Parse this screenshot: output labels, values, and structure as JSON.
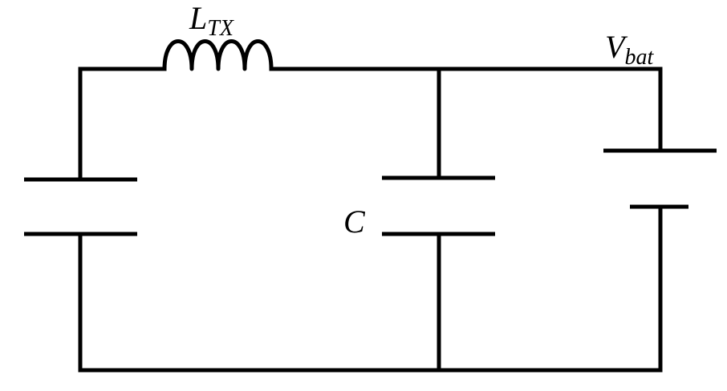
{
  "diagram": {
    "type": "circuit-schematic",
    "components": {
      "inductor": {
        "symbol": "L",
        "subscript": "TX"
      },
      "capacitor_middle": {
        "symbol": "C"
      },
      "battery": {
        "symbol": "V",
        "subscript": "bat"
      },
      "capacitor_left": {
        "symbol": ""
      }
    },
    "colors": {
      "stroke": "#000000",
      "background": "#ffffff"
    }
  }
}
